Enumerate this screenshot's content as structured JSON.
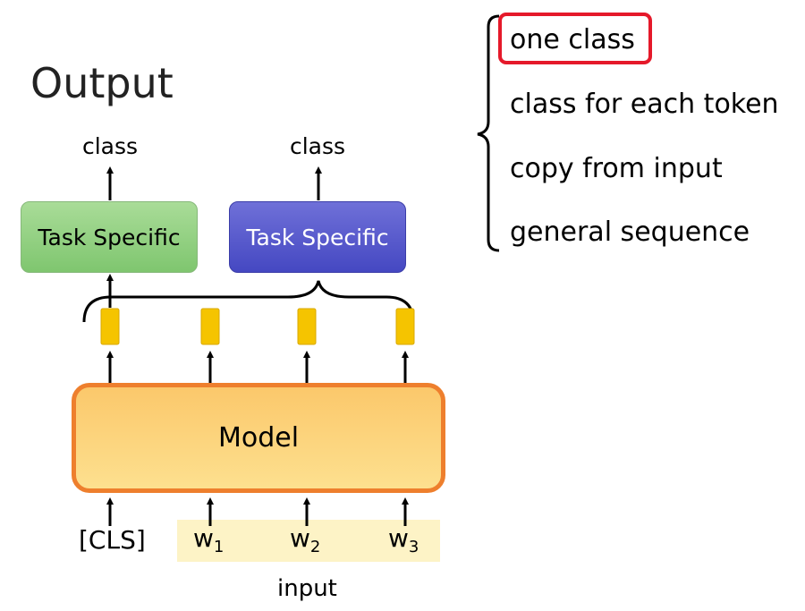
{
  "title": "Output",
  "outputs": [
    {
      "label": "class"
    },
    {
      "label": "class"
    }
  ],
  "task_boxes": [
    {
      "label": "Task Specific",
      "color": "#7fc66f"
    },
    {
      "label": "Task Specific",
      "color": "#4548c2"
    }
  ],
  "model": {
    "label": "Model",
    "border_color": "#ee7f2d",
    "fill_color": "#fdd57b"
  },
  "inputs": {
    "cls": "[CLS]",
    "tokens": [
      {
        "base": "w",
        "sub": "1"
      },
      {
        "base": "w",
        "sub": "2"
      },
      {
        "base": "w",
        "sub": "3"
      }
    ],
    "caption": "input"
  },
  "options": [
    {
      "label": "one class",
      "highlighted": true
    },
    {
      "label": "class for each token",
      "highlighted": false
    },
    {
      "label": "copy from input",
      "highlighted": false
    },
    {
      "label": "general sequence",
      "highlighted": false
    }
  ],
  "colors": {
    "highlight": "#e5192a",
    "embedding": "#f5c400",
    "input_band": "#fdf3c6"
  }
}
